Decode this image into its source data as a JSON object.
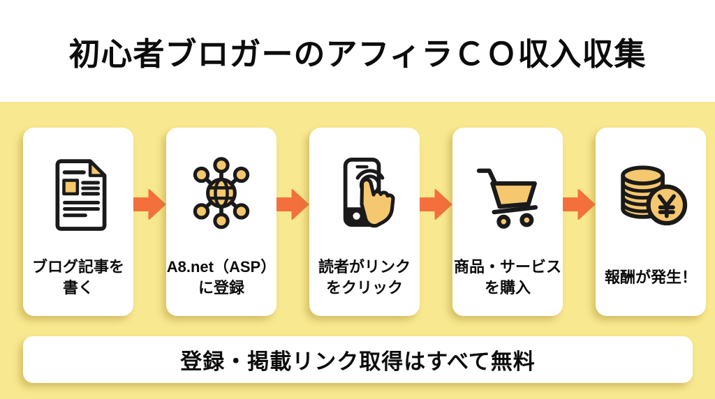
{
  "title": "初心者ブロガーのアフィラＣＯ収入収集",
  "steps": [
    {
      "icon": "blog-article-icon",
      "line1": "ブログ記事を",
      "line2": "書く"
    },
    {
      "icon": "asp-network-icon",
      "line1": "A8.net（ASP）",
      "line2": "に登録"
    },
    {
      "icon": "tap-link-icon",
      "line1": "読者がリンク",
      "line2": "をクリック"
    },
    {
      "icon": "purchase-cart-icon",
      "line1": "商品・サービス",
      "line2": "を購入"
    },
    {
      "icon": "reward-coins-icon",
      "line1": "報酬が発生！",
      "line2": ""
    }
  ],
  "footer": "登録・掲載リンク取得はすべて無料",
  "colors": {
    "background_yellow": "#F8E88F",
    "card_white": "#FFFFFF",
    "arrow_orange": "#F3703C",
    "icon_fill_tan": "#F5C76E",
    "icon_outline": "#1A1A1A",
    "text_black": "#0C0C0C"
  }
}
